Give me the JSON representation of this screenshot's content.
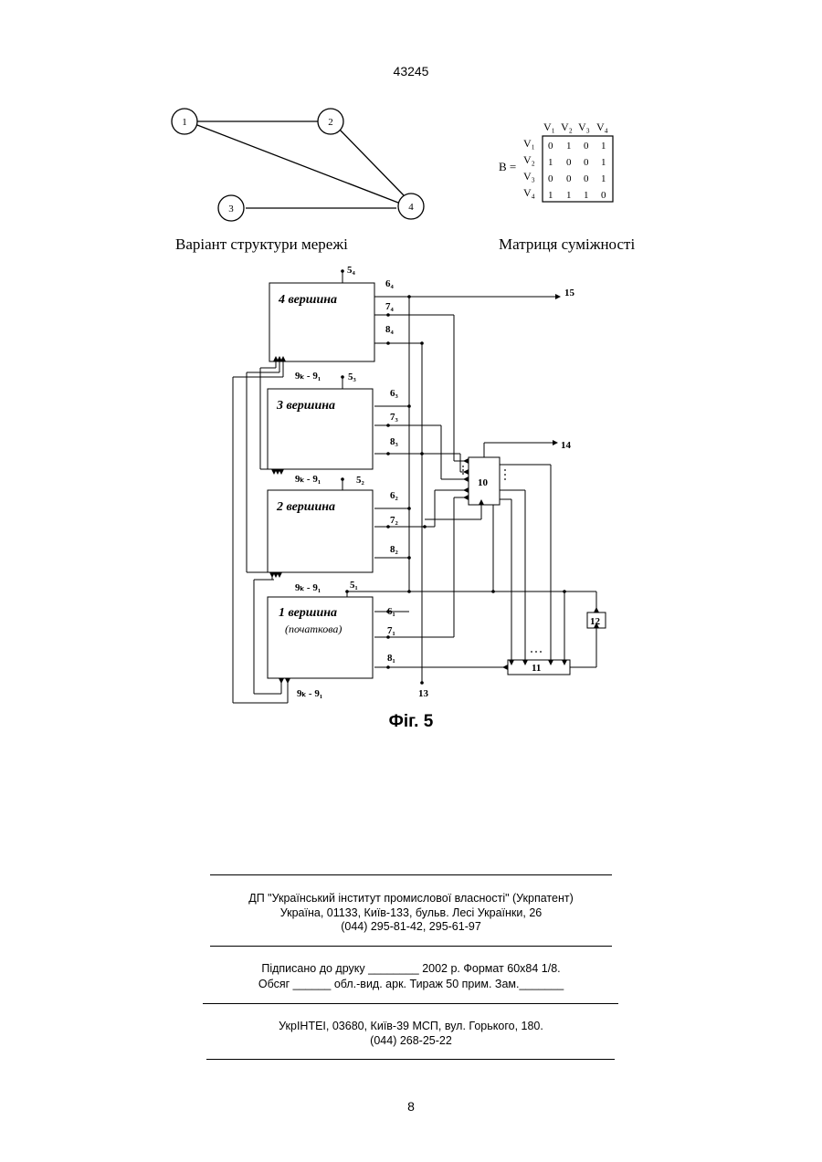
{
  "header": {
    "patent_number": "43245"
  },
  "graph": {
    "nodes": [
      "1",
      "2",
      "3",
      "4"
    ],
    "caption": "Варіант структури мережі"
  },
  "matrix": {
    "label": "B =",
    "col_headers": [
      "V₁",
      "V₂",
      "V₃",
      "V₄"
    ],
    "row_headers": [
      "V₁",
      "V₂",
      "V₃",
      "V₄"
    ],
    "rows": [
      [
        "0",
        "1",
        "0",
        "1"
      ],
      [
        "1",
        "0",
        "0",
        "1"
      ],
      [
        "0",
        "0",
        "0",
        "1"
      ],
      [
        "1",
        "1",
        "1",
        "0"
      ]
    ],
    "caption": "Матриця суміжності"
  },
  "schematic": {
    "blocks": {
      "b4": "4 вершина",
      "b3": "3 вершина",
      "b2": "2 вершина",
      "b1": "1 вершина",
      "b1_sub": "(початкова)",
      "b10": "10",
      "b11": "11",
      "b12": "12"
    },
    "labels": {
      "l54": "5₄",
      "l64": "6₄",
      "l74": "7₄",
      "l84": "8₄",
      "l53": "5₃",
      "l63": "6₃",
      "l73": "7₃",
      "l83": "8₃",
      "l52": "5₂",
      "l62": "6₂",
      "l72": "7₂",
      "l82": "8₂",
      "l51": "5₁",
      "l61": "6₁",
      "l71": "7₁",
      "l81": "8₁",
      "l15": "15",
      "l14": "14",
      "l13": "13",
      "bus4": "9ₖ - 9₁",
      "bus3": "9ₖ - 9₁",
      "bus2": "9ₖ - 9₁",
      "bus1": "9ₖ - 9₁"
    },
    "caption": "Фіг. 5"
  },
  "imprint": {
    "line1": "ДП \"Український інститут промислової власності\" (Укрпатент)",
    "line2": "Україна, 01133, Київ-133, бульв. Лесі Українки, 26",
    "line3": "(044) 295-81-42, 295-61-97",
    "line4": "Підписано до друку ________ 2002 р.    Формат 60х84 1/8.",
    "line5": "Обсяг ______ обл.-вид. арк.   Тираж 50 прим.    Зам._______",
    "line6": "УкрІНТЕІ, 03680, Київ-39 МСП, вул. Горького, 180.",
    "line7": "(044) 268-25-22"
  },
  "footer": {
    "page_number": "8"
  }
}
